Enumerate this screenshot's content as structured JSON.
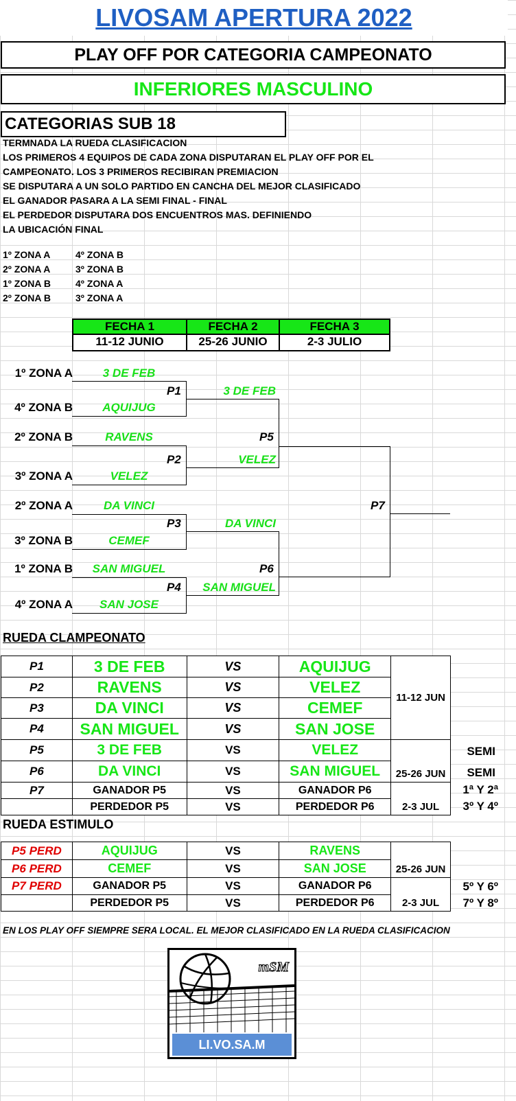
{
  "header": {
    "title": "LIVOSAM APERTURA 2022",
    "subtitle": "PLAY OFF POR CATEGORIA CAMPEONATO",
    "division": "INFERIORES MASCULINO",
    "category": "CATEGORIAS SUB 18"
  },
  "description": [
    "TERMNADA LA RUEDA CLASIFICACION",
    "LOS PRIMEROS 4 EQUIPOS DE CADA ZONA DISPUTARAN EL PLAY OFF POR EL",
    "CAMPEONATO. LOS 3 PRIMEROS RECIBIRAN PREMIACION",
    "SE DISPUTARA A UN SOLO PARTIDO EN CANCHA DEL MEJOR CLASIFICADO",
    "EL GANADOR PASARA A LA SEMI FINAL - FINAL",
    "EL PERDEDOR DISPUTARA DOS ENCUENTROS MAS. DEFINIENDO",
    "LA UBICACIÓN FINAL"
  ],
  "zone_pairs": [
    [
      "1º ZONA A",
      "4º ZONA B"
    ],
    [
      "2º ZONA A",
      "3º ZONA B"
    ],
    [
      "1º ZONA B",
      "4º ZONA A"
    ],
    [
      "2º ZONA B",
      "3º ZONA A"
    ]
  ],
  "fechas": [
    {
      "name": "FECHA 1",
      "date": "11-12 JUNIO"
    },
    {
      "name": "FECHA 2",
      "date": "25-26 JUNIO"
    },
    {
      "name": "FECHA 3",
      "date": "2-3 JULIO"
    }
  ],
  "bracket": {
    "seeds": [
      "1º ZONA A",
      "4º ZONA B",
      "2º ZONA B",
      "3º ZONA  A",
      "2º ZONA A",
      "3º ZONA B",
      "1º ZONA B",
      "4º ZONA A"
    ],
    "teams": [
      "3 DE FEB",
      "AQUIJUG",
      "RAVENS",
      "VELEZ",
      "DA VINCI",
      "CEMEF",
      "SAN MIGUEL",
      "SAN JOSE"
    ],
    "round2": [
      "3 DE FEB",
      "VELEZ",
      "DA VINCI",
      "SAN MIGUEL"
    ],
    "match_labels": [
      "P1",
      "P2",
      "P3",
      "P4",
      "P5",
      "P6",
      "P7"
    ]
  },
  "campeonato": {
    "title": "RUEDA CLAMPEONATO",
    "vs": "VS",
    "vs_lower": "VS",
    "rows": [
      {
        "p": "P1",
        "home": "3 DE FEB",
        "away": "AQUIJUG"
      },
      {
        "p": "P2",
        "home": "RAVENS",
        "away": "VELEZ"
      },
      {
        "p": "P3",
        "home": "DA VINCI",
        "away": "CEMEF"
      },
      {
        "p": "P4",
        "home": "SAN MIGUEL",
        "away": "SAN JOSE"
      },
      {
        "p": "P5",
        "home": "3 DE FEB",
        "away": "VELEZ",
        "right": "SEMI"
      },
      {
        "p": "P6",
        "home": "DA VINCI",
        "away": "SAN MIGUEL",
        "right": "SEMI"
      },
      {
        "p": "P7",
        "home": "GANADOR P5",
        "away": "GANADOR P6",
        "right": "1ª Y 2ª"
      },
      {
        "p": "",
        "home": "PERDEDOR P5",
        "away": "PERDEDOR P6",
        "right": "3º Y 4º"
      }
    ],
    "dates": [
      "11-12 JUN",
      "25-26 JUN",
      "2-3 JUL"
    ]
  },
  "estimulo": {
    "title": "RUEDA ESTIMULO",
    "vs": "VS",
    "rows": [
      {
        "p": "P5 PERD",
        "home": "AQUIJUG",
        "away": "RAVENS"
      },
      {
        "p": "P6 PERD",
        "home": "CEMEF",
        "away": "SAN JOSE"
      },
      {
        "p": "P7 PERD",
        "home": "GANADOR P5",
        "away": "GANADOR P6",
        "right": "5º Y 6º"
      },
      {
        "p": "",
        "home": "PERDEDOR P5",
        "away": "PERDEDOR P6",
        "right": "7º Y 8º"
      }
    ],
    "dates": [
      "25-26 JUN",
      "2-3 JUL"
    ]
  },
  "footer": "EN LOS PLAY OFF SIEMPRE SERA LOCAL. EL MEJOR CLASIFICADO EN LA RUEDA CLASIFICACION",
  "logo": {
    "monogram": "mSM",
    "name": "LI.VO.SA.M"
  },
  "colors": {
    "title_blue": "#1f5fc3",
    "green": "#17e617",
    "red": "#e00000",
    "logo_blue": "#5b8fd6"
  }
}
